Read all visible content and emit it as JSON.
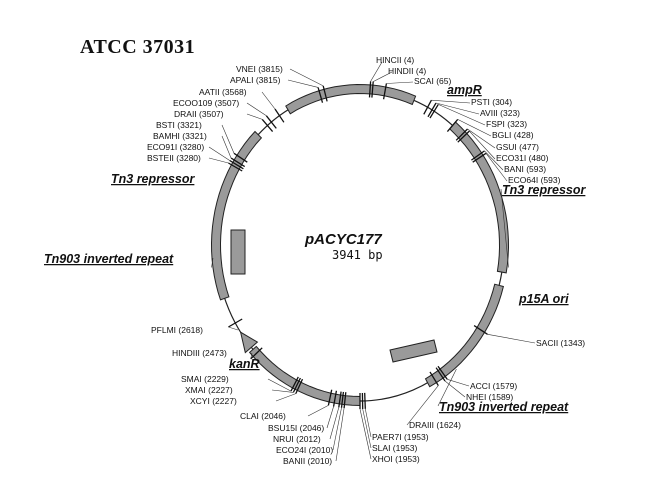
{
  "header": "ATCC 37031",
  "plasmid": {
    "name": "pACYC177",
    "size": "3941 bp"
  },
  "features": [
    {
      "id": "ampR",
      "label": "ampR"
    },
    {
      "id": "tn3-right",
      "label": "Tn3 repressor"
    },
    {
      "id": "p15a",
      "label": "p15A ori"
    },
    {
      "id": "tn903-right",
      "label": "Tn903 inverted repeat"
    },
    {
      "id": "kanR",
      "label": "kanR"
    },
    {
      "id": "tn903-left",
      "label": "Tn903 inverted repeat"
    },
    {
      "id": "tn3-left",
      "label": "Tn3 repressor"
    }
  ],
  "sites": [
    {
      "label": "HINCII (4)"
    },
    {
      "label": "HINDII (4)"
    },
    {
      "label": "SCAI (65)"
    },
    {
      "label": "PSTI (304)"
    },
    {
      "label": "AVIII (323)"
    },
    {
      "label": "FSPI (323)"
    },
    {
      "label": "BGLI (428)"
    },
    {
      "label": "GSUI (477)"
    },
    {
      "label": "ECO31I (480)"
    },
    {
      "label": "BANI (593)"
    },
    {
      "label": "ECO64I (593)"
    },
    {
      "label": "SACII (1343)"
    },
    {
      "label": "ACCI (1579)"
    },
    {
      "label": "NHEI (1589)"
    },
    {
      "label": "DRAIII (1624)"
    },
    {
      "label": "PAER7I (1953)"
    },
    {
      "label": "SLAI (1953)"
    },
    {
      "label": "XHOI (1953)"
    },
    {
      "label": "BANII (2010)"
    },
    {
      "label": "ECO24I (2010)"
    },
    {
      "label": "NRUI (2012)"
    },
    {
      "label": "BSU15I (2046)"
    },
    {
      "label": "CLAI (2046)"
    },
    {
      "label": "XCYI (2227)"
    },
    {
      "label": "XMAI (2227)"
    },
    {
      "label": "SMAI (2229)"
    },
    {
      "label": "HINDIII (2473)"
    },
    {
      "label": "PFLMI (2618)"
    },
    {
      "label": "BSTEII (3280)"
    },
    {
      "label": "ECO91I (3280)"
    },
    {
      "label": "BAMHI (3321)"
    },
    {
      "label": "BSTI (3321)"
    },
    {
      "label": "DRAII (3507)"
    },
    {
      "label": "ECOO109 (3507)"
    },
    {
      "label": "AATII (3568)"
    },
    {
      "label": "APALI (3815)"
    },
    {
      "label": "VNEI (3815)"
    }
  ]
}
